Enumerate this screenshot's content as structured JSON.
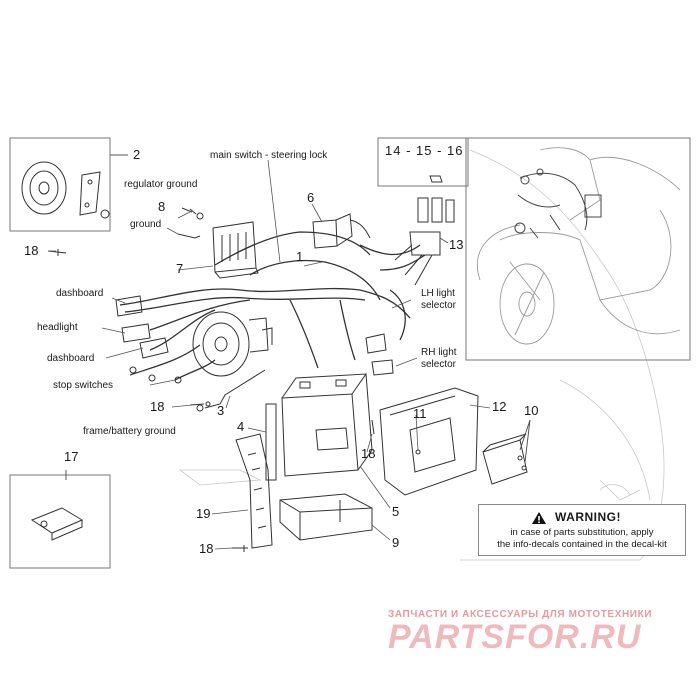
{
  "labels": {
    "main_switch": "main switch - steering lock",
    "regulator_ground": "regulator ground",
    "ground": "ground",
    "dashboard_1": "dashboard",
    "headlight": "headlight",
    "dashboard_2": "dashboard",
    "stop_switches": "stop switches",
    "frame_battery_ground": "frame/battery ground",
    "lh_selector_1": "LH light",
    "lh_selector_2": "selector",
    "rh_selector_1": "RH light",
    "rh_selector_2": "selector"
  },
  "numbers": {
    "n2": "2",
    "n8": "8",
    "n18a": "18",
    "n7": "7",
    "n6": "6",
    "n1": "1",
    "n13": "13",
    "n18b": "18",
    "n3": "3",
    "n4": "4",
    "n11": "11",
    "n12": "12",
    "n10": "10",
    "n18c": "18",
    "n5": "5",
    "n9": "9",
    "n17": "17",
    "n19": "19",
    "n18d": "18"
  },
  "callout": {
    "label": "14 - 15 - 16"
  },
  "warning": {
    "title": "WARNING!",
    "line1": "in case of parts substitution, apply",
    "line2": "the info-decals contained in the decal-kit"
  },
  "watermark": {
    "tagline": "ЗАПЧАСТИ И АКСЕССУАРЫ ДЛЯ МОТОТЕХНИКИ",
    "brand": "PARTSFOR.RU"
  }
}
